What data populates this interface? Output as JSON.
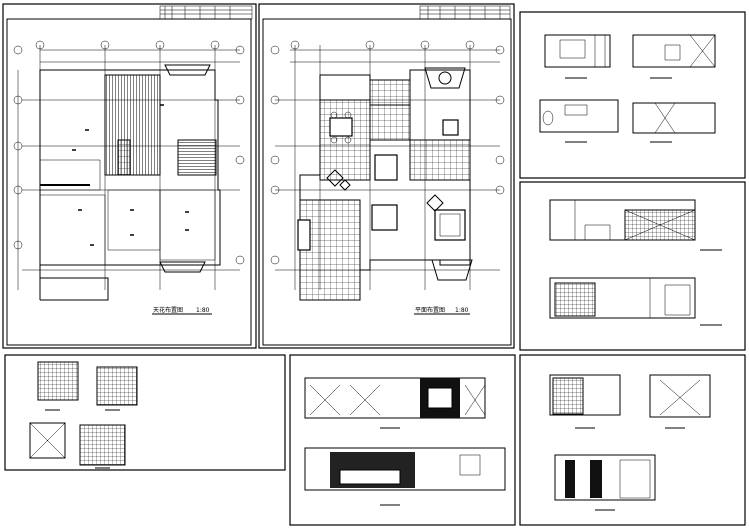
{
  "sheets": {
    "ceiling_plan": {
      "title": "天花布置图",
      "scale": "1:80"
    },
    "floor_plan": {
      "title": "平面布置图",
      "scale": "1:80"
    }
  },
  "colors": {
    "line": "#000000",
    "background": "#ffffff"
  }
}
